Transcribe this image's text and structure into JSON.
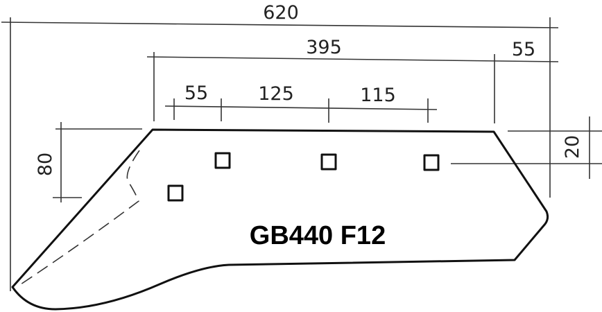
{
  "drawing": {
    "part_label": "GB440 F12",
    "dimensions": {
      "overall_length": "620",
      "top_edge_length": "395",
      "right_offset": "55",
      "first_hole_offset": "55",
      "hole_spacing_1": "125",
      "hole_spacing_2": "115",
      "left_height": "80",
      "hole_depth": "20"
    },
    "line_color": "#111111"
  }
}
